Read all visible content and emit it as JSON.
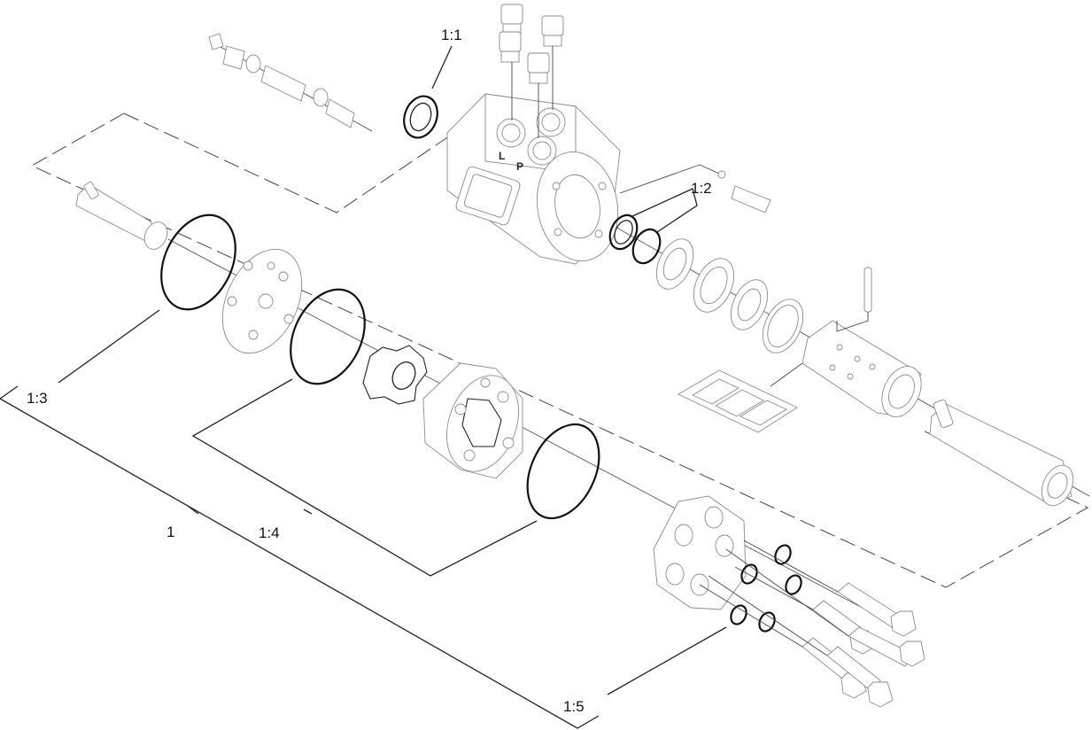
{
  "callouts": {
    "c1": "1",
    "c1_1": "1:1",
    "c1_2": "1:2",
    "c1_3": "1:3",
    "c1_4": "1:4",
    "c1_5": "1:5"
  },
  "ports": {
    "left": "L",
    "pressure": "P"
  }
}
